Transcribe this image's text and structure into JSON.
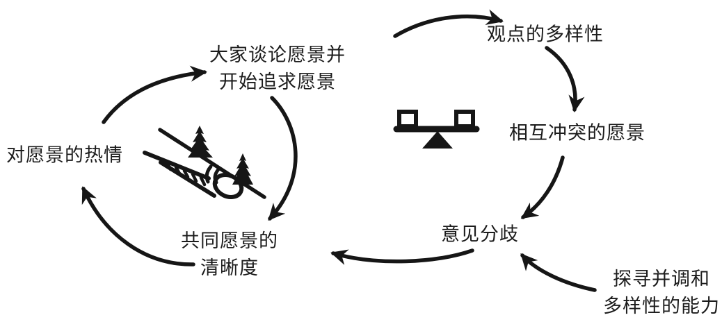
{
  "diagram": {
    "kind": "causal-loop-diagram",
    "background_color": "#ffffff",
    "ink_color": "#161616",
    "nodes": {
      "passion": {
        "label": "对愿景的热情"
      },
      "talk": {
        "line1": "大家谈论愿景并",
        "line2": "开始追求愿景"
      },
      "clarity": {
        "line1": "共同愿景的",
        "line2": "清晰度"
      },
      "diversity": {
        "label": "观点的多样性"
      },
      "conflict": {
        "label": "相互冲突的愿景"
      },
      "disagreement": {
        "label": "意见分歧"
      },
      "inquiry": {
        "line1": "探寻并调和",
        "line2": "多样性的能力"
      }
    },
    "icons": {
      "reinforcing_loop": "snowball-rolling-downhill-icon",
      "balancing_loop": "seesaw-balance-icon"
    },
    "edges": [
      {
        "from": "对愿景的热情",
        "to": "大家谈论愿景并开始追求愿景"
      },
      {
        "from": "大家谈论愿景并开始追求愿景",
        "to": "共同愿景的清晰度"
      },
      {
        "from": "共同愿景的清晰度",
        "to": "对愿景的热情"
      },
      {
        "from": "大家谈论愿景并开始追求愿景",
        "to": "观点的多样性"
      },
      {
        "from": "观点的多样性",
        "to": "相互冲突的愿景"
      },
      {
        "from": "相互冲突的愿景",
        "to": "意见分歧"
      },
      {
        "from": "意见分歧",
        "to": "共同愿景的清晰度"
      },
      {
        "from": "探寻并调和多样性的能力",
        "to": "意见分歧"
      }
    ]
  }
}
